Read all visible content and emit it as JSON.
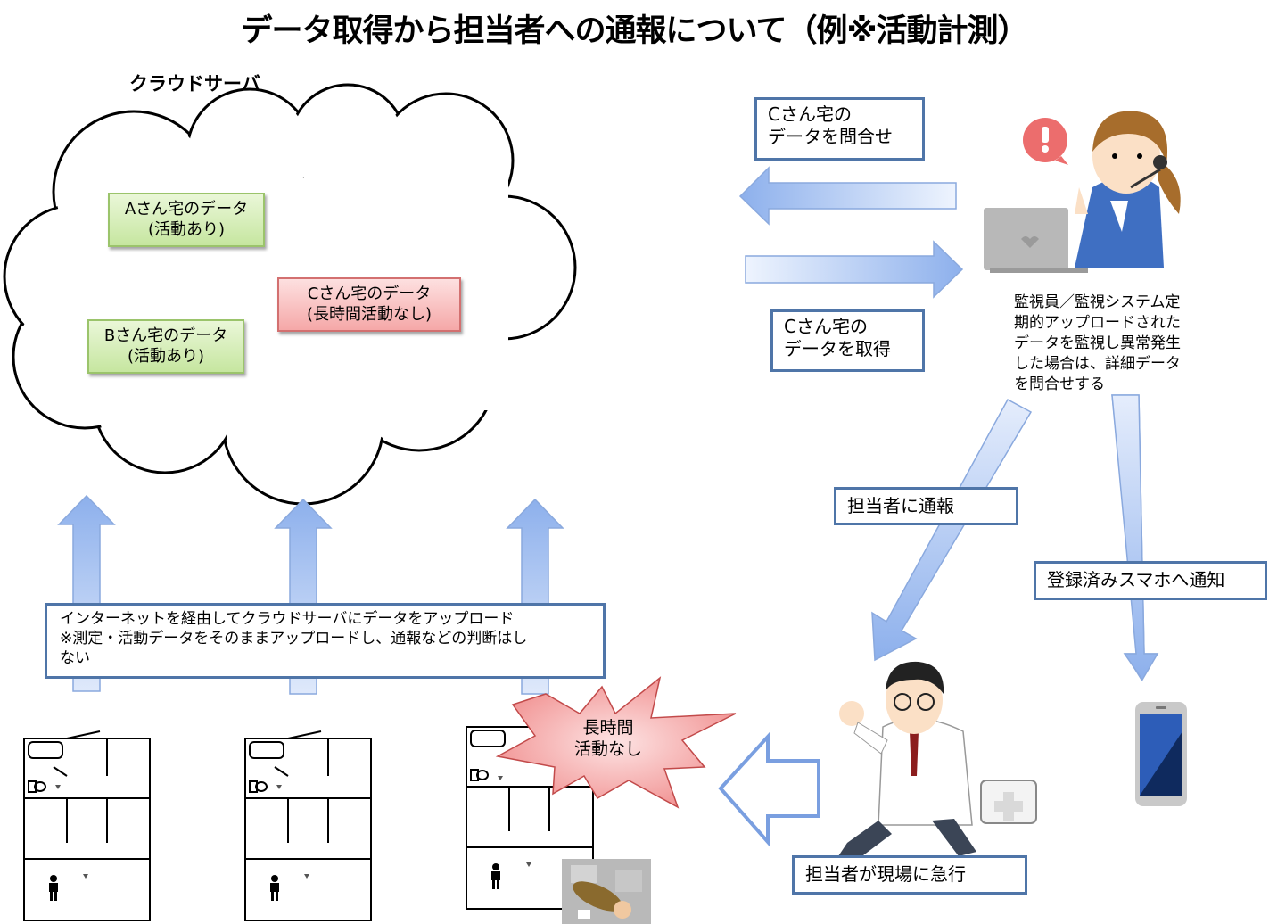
{
  "title": "データ取得から担当者への通報について（例※活動計測）",
  "cloud": {
    "label": "クラウドサーバ",
    "data_a": [
      "Aさん宅のデータ",
      "(活動あり)"
    ],
    "data_b": [
      "Bさん宅のデータ",
      "(活動あり)"
    ],
    "data_c": [
      "Cさん宅のデータ",
      "(長時間活動なし)"
    ]
  },
  "labels": {
    "query": [
      "Cさん宅の",
      "データを問合せ"
    ],
    "acquire": [
      "Cさん宅の",
      "データを取得"
    ],
    "monitor_desc": "監視員／監視システム定期的アップロードされたデータを監視し異常発生した場合は、詳細データを問合せする",
    "report": "担当者に通報",
    "smartphone": "登録済みスマホへ通知",
    "upload": [
      "インターネットを経由してクラウドサーバにデータをアップロード",
      "※測定・活動データをそのままアップロードし、通報などの判断はし",
      "ない"
    ],
    "alert": [
      "長時間",
      "活動なし"
    ],
    "rush": "担当者が現場に急行"
  },
  "colors": {
    "box_border": "#4f75a8",
    "arrow_light": "#e8f0fd",
    "arrow_dark": "#8fb0ea"
  }
}
